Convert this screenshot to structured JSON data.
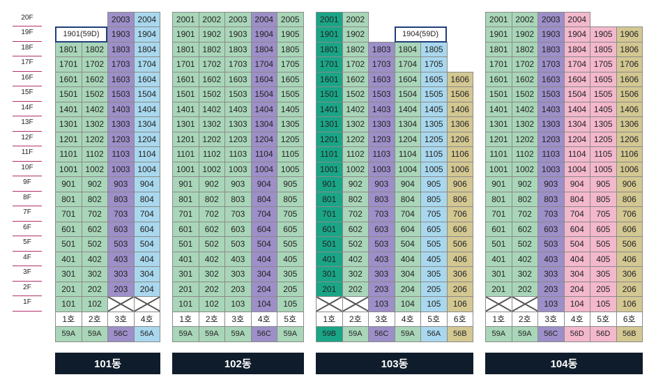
{
  "colors": {
    "green": "#a9d6b9",
    "purple": "#9d8fc8",
    "blue": "#a9d8ee",
    "teal": "#1aa587",
    "tan": "#d3c792",
    "pink": "#f3b8cc",
    "label_bg": "#0f1c2b"
  },
  "floors": [
    "20F",
    "19F",
    "18F",
    "17F",
    "16F",
    "15F",
    "14F",
    "13F",
    "12F",
    "11F",
    "10F",
    "9F",
    "8F",
    "7F",
    "6F",
    "5F",
    "4F",
    "3F",
    "2F",
    "1F"
  ],
  "buildings": [
    {
      "name": "101동",
      "line_labels": [
        "1호",
        "2호",
        "3호",
        "4호"
      ],
      "types": [
        "59A",
        "59A",
        "56C",
        "56A"
      ],
      "colors": [
        "green",
        "green",
        "purple",
        "blue"
      ],
      "ranges": [
        [
          1,
          18
        ],
        [
          1,
          18
        ],
        [
          2,
          20
        ],
        [
          2,
          20
        ]
      ],
      "special": [
        {
          "floor": 19,
          "line": 1,
          "text": "1901(59D)",
          "span": 2
        }
      ],
      "empty": [
        {
          "floor": 1,
          "line": 3
        },
        {
          "floor": 1,
          "line": 4
        }
      ]
    },
    {
      "name": "102동",
      "line_labels": [
        "1호",
        "2호",
        "3호",
        "4호",
        "5호"
      ],
      "types": [
        "59A",
        "59A",
        "59A",
        "56C",
        "59A"
      ],
      "colors": [
        "green",
        "green",
        "green",
        "purple",
        "green"
      ],
      "ranges": [
        [
          1,
          20
        ],
        [
          1,
          20
        ],
        [
          1,
          20
        ],
        [
          1,
          20
        ],
        [
          1,
          20
        ]
      ],
      "special": [],
      "empty": []
    },
    {
      "name": "103동",
      "line_labels": [
        "1호",
        "2호",
        "3호",
        "4호",
        "5호",
        "6호"
      ],
      "types": [
        "59B",
        "59A",
        "56C",
        "59A",
        "56A",
        "56B"
      ],
      "colors": [
        "teal",
        "green",
        "purple",
        "green",
        "blue",
        "tan"
      ],
      "ranges": [
        [
          2,
          20
        ],
        [
          2,
          20
        ],
        [
          1,
          18
        ],
        [
          1,
          18
        ],
        [
          1,
          18
        ],
        [
          1,
          16
        ]
      ],
      "special": [
        {
          "floor": 19,
          "line": 4,
          "text": "1904(59D)",
          "span": 2
        }
      ],
      "empty": [
        {
          "floor": 1,
          "line": 1
        },
        {
          "floor": 1,
          "line": 2
        }
      ]
    },
    {
      "name": "104동",
      "line_labels": [
        "1호",
        "2호",
        "3호",
        "4호",
        "5호",
        "6호"
      ],
      "types": [
        "59A",
        "59A",
        "56C",
        "56D",
        "56D",
        "56B"
      ],
      "colors": [
        "green",
        "green",
        "purple",
        "pink",
        "pink",
        "tan"
      ],
      "ranges": [
        [
          2,
          20
        ],
        [
          2,
          20
        ],
        [
          1,
          20
        ],
        [
          1,
          20
        ],
        [
          1,
          19
        ],
        [
          1,
          19
        ]
      ],
      "special": [],
      "empty": [
        {
          "floor": 1,
          "line": 1
        },
        {
          "floor": 1,
          "line": 2
        }
      ]
    }
  ]
}
